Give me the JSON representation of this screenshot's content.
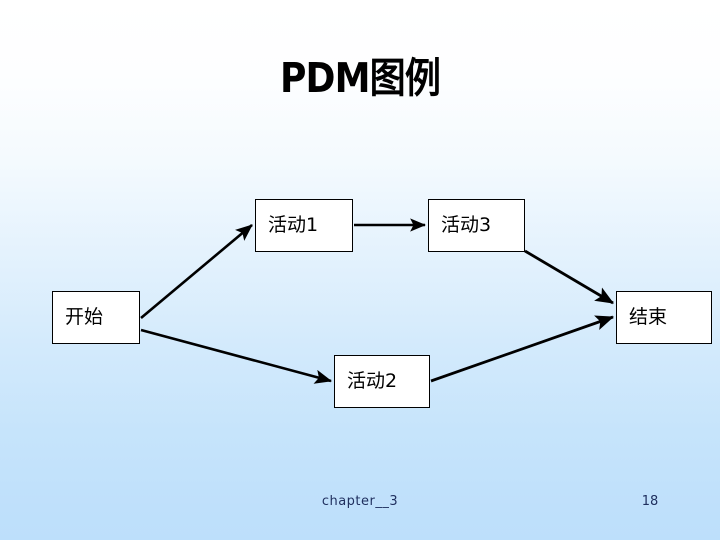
{
  "slide": {
    "title": "PDM图例",
    "background": {
      "top_color": "#ffffff",
      "bottom_color": "#bddffb"
    }
  },
  "diagram": {
    "node_fill": "#ffffff",
    "node_border_color": "#000000",
    "connector_color": "#000000",
    "nodes": [
      {
        "id": "start",
        "label": "开始"
      },
      {
        "id": "act1",
        "label": "活动1"
      },
      {
        "id": "act3",
        "label": "活动3"
      },
      {
        "id": "act2",
        "label": "活动2"
      },
      {
        "id": "end",
        "label": "结束"
      }
    ],
    "connectors": [
      {
        "from": "start",
        "to": "act1",
        "kind": "diagonal-up"
      },
      {
        "from": "start",
        "to": "act2",
        "kind": "diagonal-down"
      },
      {
        "from": "act1",
        "to": "act3",
        "kind": "horizontal"
      },
      {
        "from": "act3",
        "to": "end",
        "kind": "diagonal-down"
      },
      {
        "from": "act2",
        "to": "end",
        "kind": "diagonal-up"
      }
    ]
  },
  "footer": {
    "chapter": "chapter__3",
    "page_number": "18",
    "text_color": "#1f2f5e"
  }
}
